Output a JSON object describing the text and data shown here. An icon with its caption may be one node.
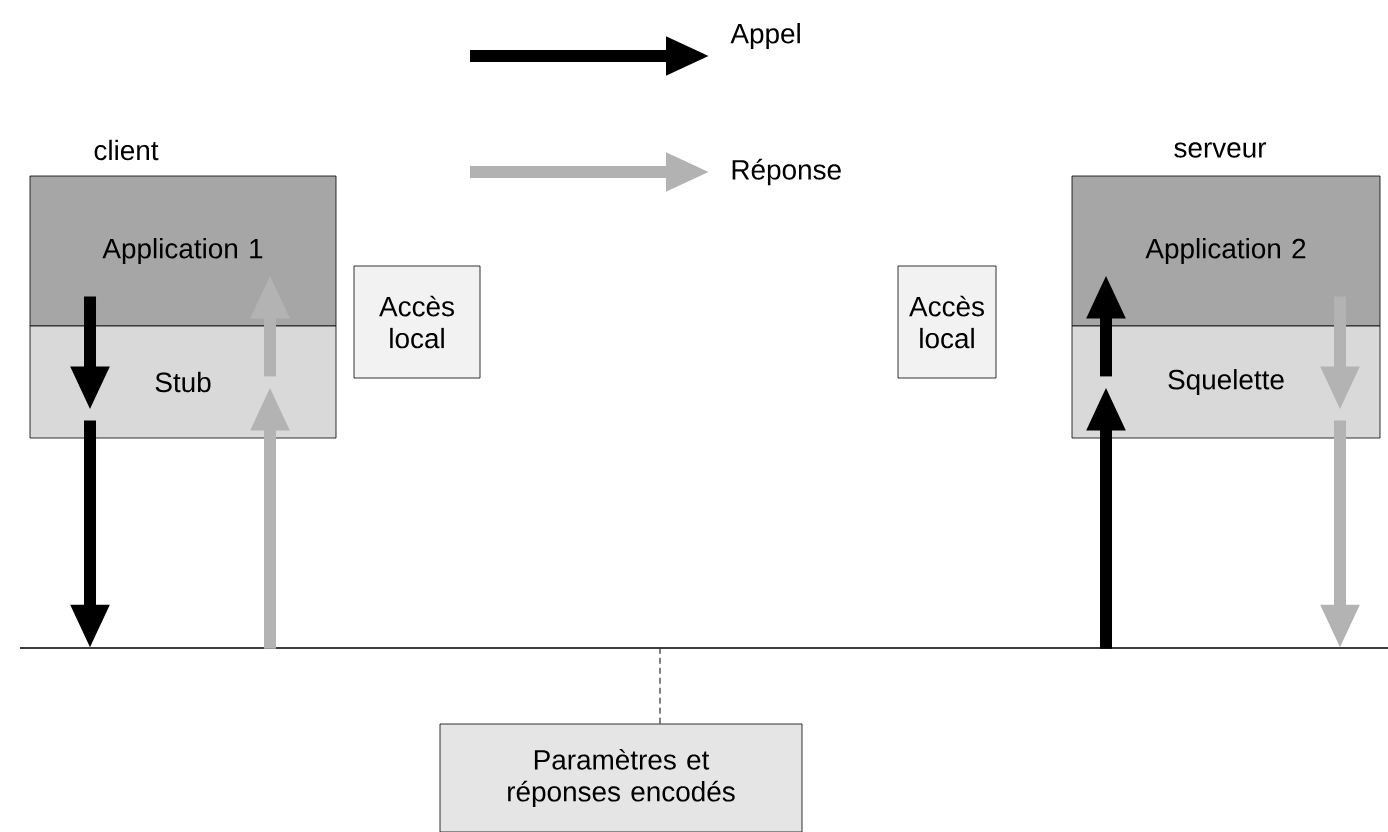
{
  "diagram": {
    "nodes": [
      {
        "text": [
          "Application 1"
        ]
      },
      {
        "text": [
          "Stub"
        ]
      },
      {
        "text": [
          "Accès local"
        ]
      },
      {
        "text": [
          "Application 2"
        ]
      },
      {
        "text": [
          "Squelette"
        ]
      },
      {
        "text": [
          "Accès local"
        ]
      },
      {
        "text": [],
        "shape": "line"
      },
      {
        "text": [
          "Paramètres et réponses encodés"
        ]
      }
    ],
    "edges": [
      {
        "from": 0,
        "to": 1,
        "arrow": "to"
      },
      {
        "from": 1,
        "to": 6,
        "arrow": "to"
      },
      {
        "from": 6,
        "to": 1,
        "arrow": "to",
        "color": "#b3b3b3"
      },
      {
        "from": 1,
        "to": 0,
        "arrow": "to",
        "color": "#b3b3b3"
      },
      {
        "from": 6,
        "to": 4,
        "arrow": "to"
      },
      {
        "from": 4,
        "to": 3,
        "arrow": "to"
      },
      {
        "from": 3,
        "to": 4,
        "arrow": "to",
        "color": "#b3b3b3"
      },
      {
        "from": 4,
        "to": 6,
        "arrow": "to",
        "color": "#b3b3b3"
      },
      {
        "from": 7,
        "to": 6,
        "arrow": "none",
        "style": "dashed"
      }
    ],
    "labels": [
      "client",
      "serveur"
    ],
    "legend": [
      {
        "text": "Appel"
      },
      {
        "text": "Réponse"
      }
    ]
  }
}
